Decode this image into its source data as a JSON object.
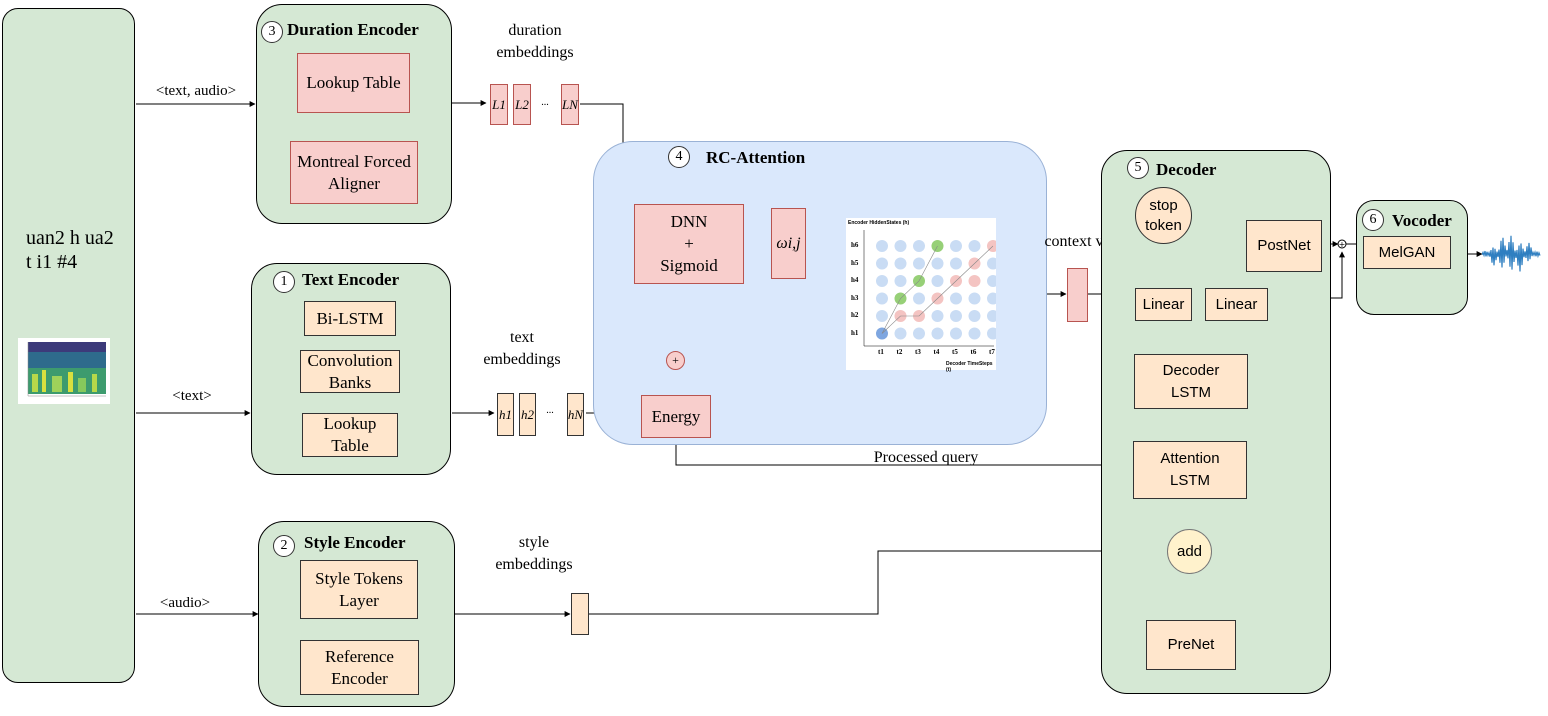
{
  "input": {
    "text": "uan2 h ua2\nt i1 #4"
  },
  "duration_encoder": {
    "number": "3",
    "title": "Duration Encoder",
    "lookup": "Lookup Table",
    "aligner": "Montreal Forced\nAligner"
  },
  "text_encoder": {
    "number": "1",
    "title": "Text Encoder",
    "bilstm": "Bi-LSTM",
    "conv": "Convolution\nBanks",
    "lookup": "Lookup\nTable"
  },
  "style_encoder": {
    "number": "2",
    "title": "Style Encoder",
    "tokens": "Style Tokens\nLayer",
    "reference": "Reference\nEncoder"
  },
  "rc_attention": {
    "number": "4",
    "title": "RC-Attention",
    "dnn": "DNN\n+\nSigmoid",
    "energy": "Energy",
    "omega": "ωi,j",
    "plus": "+",
    "plot_ylabel": "Encoder HiddenStates (h)",
    "plot_xlabel": "Decoder TimeSteps (t)",
    "plot_rows": [
      "h6",
      "h5",
      "h4",
      "h3",
      "h2",
      "h1"
    ],
    "plot_cols": [
      "t1",
      "t2",
      "t3",
      "t4",
      "t5",
      "t6",
      "t7"
    ]
  },
  "decoder": {
    "number": "5",
    "title": "Decoder",
    "stop": "stop\ntoken",
    "postnet": "PostNet",
    "linear1": "Linear",
    "linear2": "Linear",
    "decoder_lstm": "Decoder\nLSTM",
    "attention_lstm": "Attention\nLSTM",
    "add": "add",
    "prenet": "PreNet"
  },
  "vocoder": {
    "number": "6",
    "title": "Vocoder",
    "melgan": "MelGAN"
  },
  "labels": {
    "text_audio": "<text, audio>",
    "text": "<text>",
    "audio": "<audio>",
    "duration_embeddings": "duration\nembeddings",
    "text_embeddings": "text\nembeddings",
    "style_embeddings": "style\nembeddings",
    "context_vector": "context vector",
    "processed_query": "Processed query",
    "ellipsis": "..."
  },
  "tokens": {
    "L1": "L1",
    "L2": "L2",
    "LN": "LN",
    "h1": "h1",
    "h2": "h2",
    "hN": "hN"
  },
  "colors": {
    "green": "#d5e8d4",
    "blue": "#dae8fc",
    "pink": "#f8cecc",
    "peach": "#ffe6cc",
    "yellow": "#fff2cc",
    "dot_idle": "#c9dcf4",
    "dot_green": "#97d077",
    "dot_red": "#f4c4c2",
    "dot_blue": "#7ea6e0"
  }
}
